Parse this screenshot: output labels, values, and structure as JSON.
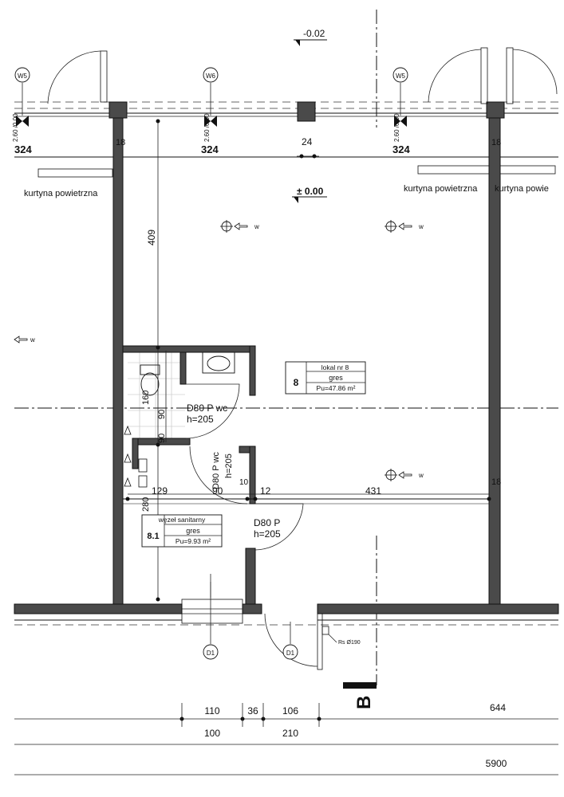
{
  "levels": {
    "top": "-0.02",
    "floor": "± 0.00"
  },
  "window_tags": {
    "w5": "W5",
    "w6": "W6",
    "d1": "D1"
  },
  "window_dims": {
    "left": "324",
    "mid": "324",
    "right": "324",
    "left_sub": "2.60 /0.00",
    "mid_sub": "2.60 /0.00",
    "right_sub": "2.60 /0.00",
    "pier": "24"
  },
  "curtains": {
    "left": "kurtyna powietrzna",
    "right_a": "kurtyna powietrzna",
    "right_b": "kurtyna powie"
  },
  "wall_dims": {
    "w18_left": "18",
    "w18_right": "18",
    "w18_right_low": "18"
  },
  "vertical_dims": {
    "d409": "409",
    "d160": "160",
    "d90a": "90",
    "d90b": "90",
    "d280": "280"
  },
  "horizontal_dims": {
    "d129": "129",
    "d90": "90",
    "d10": "10",
    "d12": "12",
    "d431": "431"
  },
  "radiator_marker": "w",
  "doors": {
    "wc": {
      "label": "D80 P wc",
      "height": "h=205"
    },
    "wc2": {
      "label": "D80 P wc",
      "height": "h=205"
    },
    "main": {
      "label": "D80 P",
      "height": "h=205"
    }
  },
  "rooms": {
    "lokal": {
      "title": "lokal nr 8",
      "number": "8",
      "floor": "gres",
      "area": "Pu=47.86 m²"
    },
    "wezel": {
      "title": "węzeł sanitarny",
      "number": "8.1",
      "floor": "gres",
      "area": "Pu=9.93 m²"
    }
  },
  "rs_label": "Rs Ø190",
  "section_mark": "B",
  "bottom_dims": {
    "row1": [
      "110",
      "36",
      "106",
      "644"
    ],
    "row2": [
      "100",
      "210"
    ],
    "total": "5900"
  }
}
